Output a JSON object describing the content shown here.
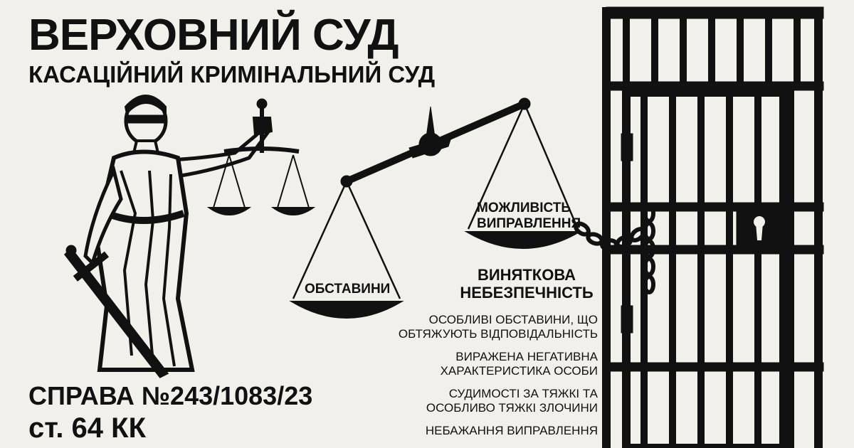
{
  "header": {
    "title": "ВЕРХОВНИЙ СУД",
    "subtitle": "КАСАЦІЙНИЙ КРИМІНАЛЬНИЙ СУД"
  },
  "case": {
    "number": "СПРАВА №243/1083/23",
    "article": "ст. 64 КК"
  },
  "scale": {
    "left_pan_label": "ОБСТАВИНИ",
    "right_pan_label_line1": "МОЖЛИВІСТЬ",
    "right_pan_label_line2": "ВИПРАВЛЕННЯ"
  },
  "danger": {
    "line1": "ВИНЯТКОВА",
    "line2": "НЕБЕЗПЕЧНІСТЬ"
  },
  "factors": [
    {
      "line1": "ОСОБЛИВІ ОБСТАВИНИ, ЩО",
      "line2": "ОБТЯЖУЮТЬ ВІДПОВІДАЛЬНІСТЬ"
    },
    {
      "line1": "ВИРАЖЕНА НЕГАТИВНА",
      "line2": "ХАРАКТЕРИСТИКА ОСОБИ"
    },
    {
      "line1": "СУДИМОСТІ ЗА ТЯЖКІ ТА",
      "line2": "ОСОБЛИВО ТЯЖКІ ЗЛОЧИНИ"
    },
    {
      "line1": "НЕБАЖАННЯ ВИПРАВЛЕННЯ",
      "line2": ""
    }
  ],
  "icons": [
    "lady-justice-icon",
    "balance-scale-icon",
    "prison-door-icon",
    "chain-icon",
    "keyhole-icon"
  ],
  "colors": {
    "background": "#f2f0ea",
    "ink": "#111111"
  }
}
